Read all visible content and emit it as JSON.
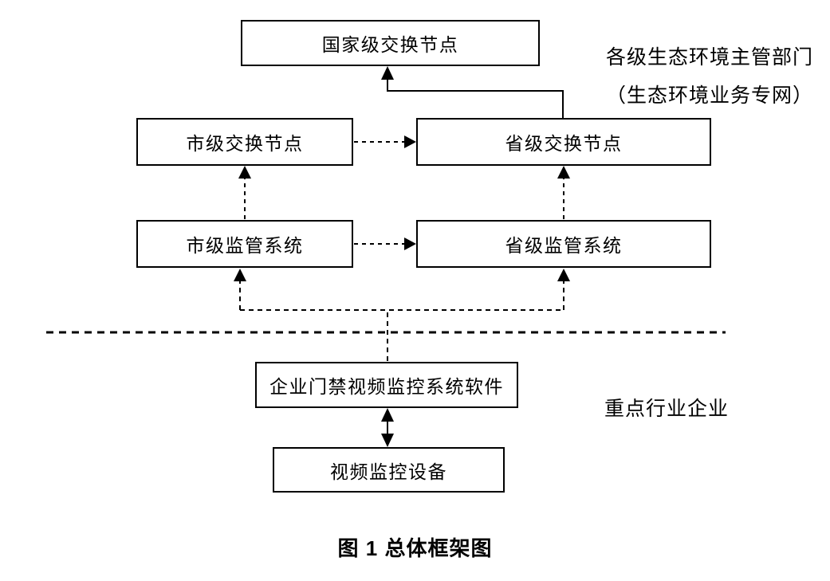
{
  "figure": {
    "caption": "图 1 总体框架图",
    "nodes": {
      "national_exchange": "国家级交换节点",
      "city_exchange": "市级交换节点",
      "provincial_exchange": "省级交换节点",
      "city_supervision": "市级监管系统",
      "provincial_supervision": "省级监管系统",
      "enterprise_software": "企业门禁视频监控系统软件",
      "video_device": "视频监控设备"
    },
    "zone_labels": {
      "government_line1": "各级生态环境主管部门",
      "government_line2": "（生态环境业务专网）",
      "enterprise": "重点行业企业"
    },
    "colors": {
      "stroke": "#000000",
      "text": "#000000",
      "background": "#ffffff"
    }
  }
}
